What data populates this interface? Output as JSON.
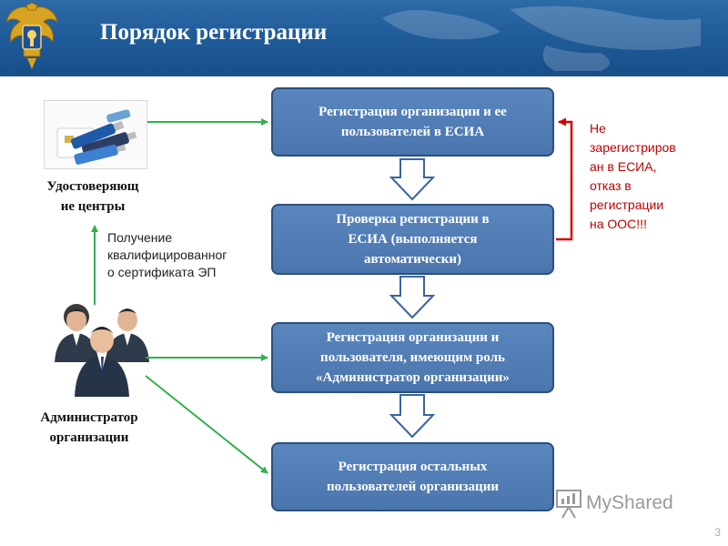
{
  "header": {
    "title": "Порядок регистрации"
  },
  "flow": {
    "box1": "Регистрация организации и ее\nпользователей в ЕСИА",
    "box2": "Проверка регистрации в\nЕСИА (выполняется\nавтоматически)",
    "box3": "Регистрация организации и\nпользователя, имеющим роль\n«Администратор организации»",
    "box4": "Регистрация остальных\nпользователей организации"
  },
  "left": {
    "certification_centers": "Удостоверяющ\nие центры",
    "certificate_note": "Получение\nквалифицированног\nо сертификата   ЭП",
    "administrator": "Администратор\nорганизации"
  },
  "side_note": "Не\nзарегистриров\nан в ЕСИА,\nотказ в\nрегистрации\nна ООС!!!",
  "watermark": "MyShared",
  "page_number": "3",
  "colors": {
    "box_fill": "#4a75ad",
    "box_border": "#2a4f7d",
    "connector_green": "#2fb24a",
    "reject_red": "#d40000",
    "header_blue": "#1f5a98"
  },
  "icons": [
    "coat-of-arms-icon",
    "usb-tokens-icon",
    "people-icon",
    "down-arrow-icon",
    "presentation-icon"
  ]
}
